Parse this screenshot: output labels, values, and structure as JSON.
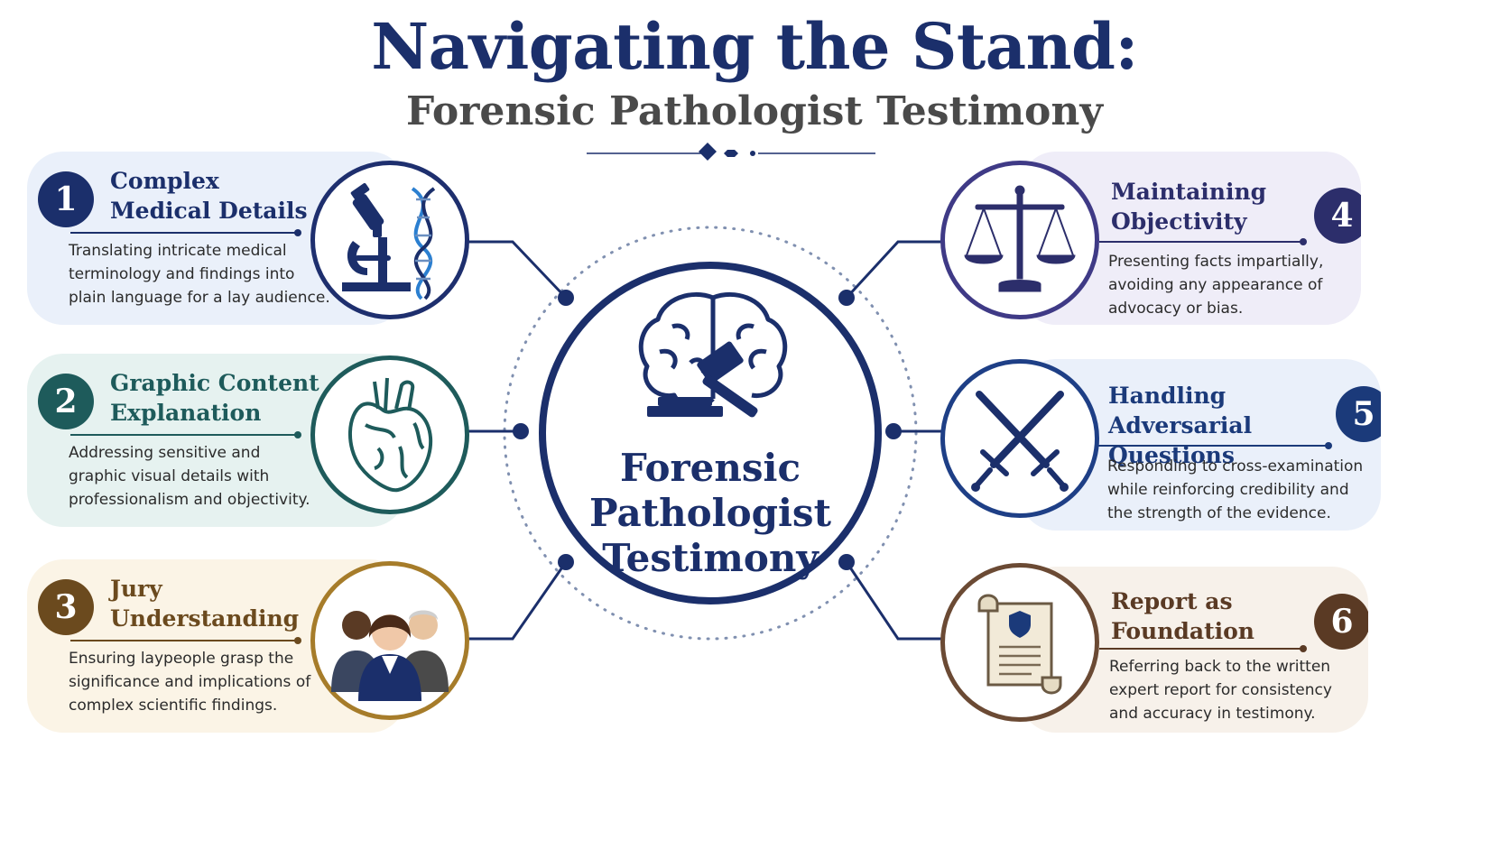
{
  "header": {
    "title": "Navigating the Stand:",
    "subtitle": "Forensic Pathologist Testimony"
  },
  "center": {
    "line1": "Forensic",
    "line2": "Pathologist",
    "line3": "Testimony",
    "icon": "brain-gavel-icon"
  },
  "cards": [
    {
      "number": "1",
      "title": "Complex\nMedical Details",
      "description": "Translating intricate medical\nterminology and findings into\nplain language for a lay audience.",
      "icon": "microscope-dna-icon",
      "accent": "#1b2f6b",
      "background": "#eaf0fa"
    },
    {
      "number": "2",
      "title": "Graphic Content\nExplanation",
      "description": "Addressing sensitive and\ngraphic visual details with\nprofessionalism and objectivity.",
      "icon": "anatomical-heart-icon",
      "accent": "#1e5b5b",
      "background": "#e6f2f0"
    },
    {
      "number": "3",
      "title": "Jury\nUnderstanding",
      "description": "Ensuring laypeople grasp the\nsignificance and implications of\ncomplex scientific findings.",
      "icon": "jury-people-icon",
      "accent": "#6b4a1e",
      "background": "#fbf4e6"
    },
    {
      "number": "4",
      "title": "Maintaining\nObjectivity",
      "description": "Presenting facts impartially,\navoiding any appearance of\nadvocacy or bias.",
      "icon": "scales-of-justice-icon",
      "accent": "#2c2e6b",
      "background": "#efedf8"
    },
    {
      "number": "5",
      "title": "Handling\nAdversarial Questions",
      "description": "Responding to cross-examination\nwhile reinforcing credibility and\nthe strength of the evidence.",
      "icon": "crossed-swords-icon",
      "accent": "#1b3a7a",
      "background": "#eaf0fa"
    },
    {
      "number": "6",
      "title": "Report as\nFoundation",
      "description": "Referring back to the written\nexpert report for consistency\nand accuracy in testimony.",
      "icon": "scroll-document-icon",
      "accent": "#5a3a24",
      "background": "#f7f1ea"
    }
  ]
}
